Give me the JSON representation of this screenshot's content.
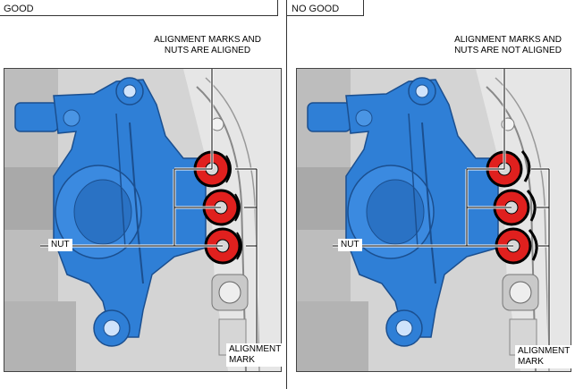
{
  "left_panel": {
    "title": "GOOD",
    "callout_top": "ALIGNMENT MARKS AND\nNUTS ARE ALIGNED",
    "nut_label": "NUT",
    "mark_label": "ALIGNMENT\nMARK"
  },
  "right_panel": {
    "title": "NO GOOD",
    "callout_top": "ALIGNMENT MARKS AND\nNUTS ARE NOT ALIGNED",
    "nut_label": "NUT",
    "mark_label": "ALIGNMENT\nMARK"
  },
  "colors": {
    "part_blue": "#2f7fd6",
    "nut_red": "#e0201e",
    "background_gray": "#dcdcdc"
  }
}
